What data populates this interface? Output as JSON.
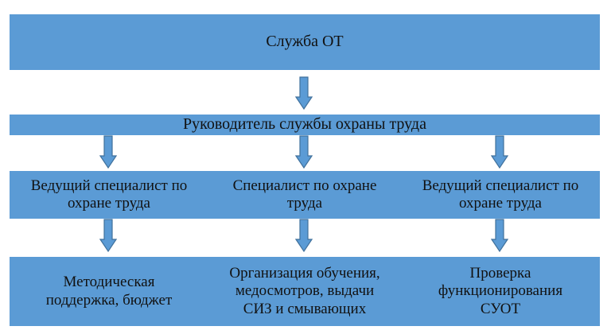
{
  "service": {
    "title": "Служба ОТ"
  },
  "head": {
    "title": "Руководитель службы охраны труда"
  },
  "specialists": [
    {
      "line1": "Ведущий специалист по",
      "line2": "охране труда"
    },
    {
      "line1": "Специалист по охране",
      "line2": "труда"
    },
    {
      "line1": "Ведущий специалист по",
      "line2": "охране труда"
    }
  ],
  "tasks": [
    {
      "lines": [
        "Методическая",
        "поддержка, бюджет"
      ]
    },
    {
      "lines": [
        "Организация обучения,",
        "медосмотров, выдачи",
        "СИЗ и смывающих"
      ]
    },
    {
      "lines": [
        "Проверка",
        "функционирования",
        "СУОТ"
      ]
    }
  ],
  "colors": {
    "box_fill": "#5b9bd5",
    "arrow_fill": "#5b9bd5",
    "arrow_stroke": "#41719c"
  }
}
